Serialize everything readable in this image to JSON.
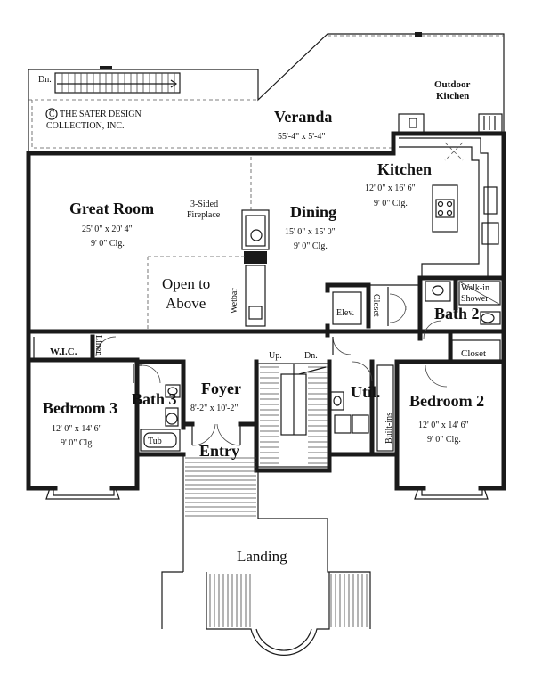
{
  "copyright": "THE SATER DESIGN COLLECTION, INC.",
  "copyright_line1": "THE SATER DESIGN",
  "copyright_line2": "COLLECTION, INC.",
  "copyright_symbol": "C",
  "stair_down_top": "Dn.",
  "outdoor_kitchen_line1": "Outdoor",
  "outdoor_kitchen_line2": "Kitchen",
  "veranda": {
    "name": "Veranda",
    "dims": "55'-4\" x 5'-4\""
  },
  "kitchen": {
    "name": "Kitchen",
    "dims": "12' 0\" x 16' 6\"",
    "clg": "9' 0\"  Clg."
  },
  "great_room": {
    "name": "Great Room",
    "dims": "25' 0\" x 20' 4\"",
    "clg": "9' 0\"  Clg."
  },
  "fireplace_line1": "3-Sided",
  "fireplace_line2": "Fireplace",
  "dining": {
    "name": "Dining",
    "dims": "15' 0\" x 15' 0\"",
    "clg": "9' 0\"  Clg."
  },
  "open_above_line1": "Open to",
  "open_above_line2": "Above",
  "wetbar": "Wetbar",
  "elev": "Elev.",
  "closet_vertical": "Closet",
  "walkin_line1": "Walk-in",
  "walkin_line2": "Shower",
  "bath2": "Bath 2",
  "wic": "W.I.C.",
  "linen": "Linen",
  "stair_up": "Up.",
  "stair_dn": "Dn.",
  "closet2": "Closet",
  "bedroom3": {
    "name": "Bedroom 3",
    "dims": "12' 0\" x 14' 6\"",
    "clg": "9' 0\"  Clg."
  },
  "bath3": "Bath 3",
  "tub": "Tub",
  "foyer": {
    "name": "Foyer",
    "dims": "8'-2\" x 10'-2\""
  },
  "util": "Util.",
  "builtins": "Built-ins",
  "bedroom2": {
    "name": "Bedroom 2",
    "dims": "12' 0\" x 14' 6\"",
    "clg": "9' 0\"  Clg."
  },
  "entry": "Entry",
  "landing": "Landing"
}
